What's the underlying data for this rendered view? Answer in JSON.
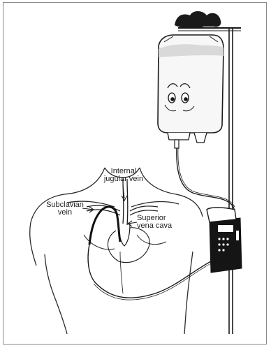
{
  "labels": {
    "jugular_line1": "Internal",
    "jugular_line2": "jugular vein",
    "subclavian_line1": "Subclavian",
    "subclavian_line2": "vein",
    "vena_line1": "Superior",
    "vena_line2": "vena cava"
  },
  "colors": {
    "line": "#1a1a1a",
    "pump": "#151515",
    "frame": "#8a8a8a"
  }
}
